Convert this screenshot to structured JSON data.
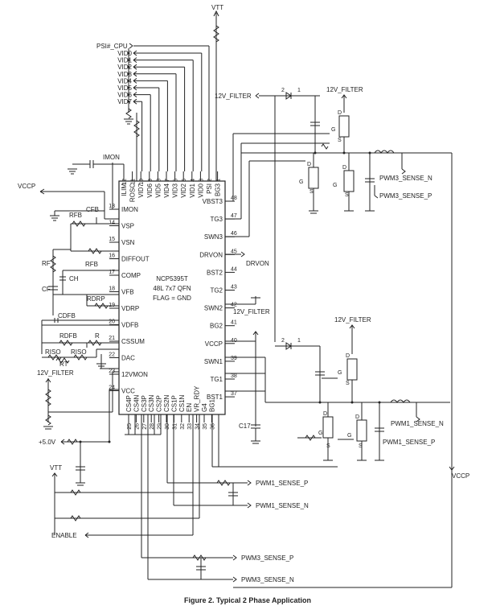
{
  "chip": {
    "name": "NCP5395T",
    "package": "48L 7x7 QFN",
    "flag": "FLAG = GND",
    "left_pins": [
      {
        "num": "13",
        "name": "IMON"
      },
      {
        "num": "14",
        "name": "VSP"
      },
      {
        "num": "15",
        "name": "VSN"
      },
      {
        "num": "16",
        "name": "DIFFOUT"
      },
      {
        "num": "17",
        "name": "COMP"
      },
      {
        "num": "18",
        "name": "VFB"
      },
      {
        "num": "19",
        "name": "VDRP"
      },
      {
        "num": "20",
        "name": "VDFB"
      },
      {
        "num": "21",
        "name": "CSSUM"
      },
      {
        "num": "22",
        "name": "DAC"
      },
      {
        "num": "23",
        "name": "12VMON"
      },
      {
        "num": "24",
        "name": "VCC"
      }
    ],
    "right_pins": [
      {
        "num": "48",
        "name": "VBST3"
      },
      {
        "num": "47",
        "name": "TG3"
      },
      {
        "num": "46",
        "name": "SWN3"
      },
      {
        "num": "45",
        "name": "DRVON"
      },
      {
        "num": "44",
        "name": "BST2"
      },
      {
        "num": "43",
        "name": "TG2"
      },
      {
        "num": "42",
        "name": "SWN2"
      },
      {
        "num": "41",
        "name": "BG2"
      },
      {
        "num": "40",
        "name": "VCCP"
      },
      {
        "num": "39",
        "name": "SWN1"
      },
      {
        "num": "38",
        "name": "TG1"
      },
      {
        "num": "37",
        "name": "BST1"
      }
    ],
    "top_pins": [
      {
        "num": "12",
        "name": "ILIM"
      },
      {
        "num": "11",
        "name": "ROSC"
      },
      {
        "num": "10",
        "name": "VID7"
      },
      {
        "num": "9",
        "name": "VID6"
      },
      {
        "num": "8",
        "name": "VID5"
      },
      {
        "num": "7",
        "name": "VID4"
      },
      {
        "num": "6",
        "name": "VID3"
      },
      {
        "num": "5",
        "name": "VID2"
      },
      {
        "num": "4",
        "name": "VID1"
      },
      {
        "num": "3",
        "name": "VID0"
      },
      {
        "num": "2",
        "name": "PSI"
      },
      {
        "num": "1",
        "name": "BG3"
      }
    ],
    "bottom_pins": [
      {
        "num": "25",
        "name": "CS4P"
      },
      {
        "num": "26",
        "name": "CS4N"
      },
      {
        "num": "27",
        "name": "CS3P"
      },
      {
        "num": "28",
        "name": "CS3N"
      },
      {
        "num": "29",
        "name": "CS2P"
      },
      {
        "num": "30",
        "name": "CS2N"
      },
      {
        "num": "31",
        "name": "CS1P"
      },
      {
        "num": "32",
        "name": "CS1N"
      },
      {
        "num": "33",
        "name": "EN"
      },
      {
        "num": "34",
        "name": "VR_RDY"
      },
      {
        "num": "35",
        "name": "G4"
      },
      {
        "num": "36",
        "name": "BG1"
      }
    ]
  },
  "nets": {
    "vtt": "VTT",
    "psi_cpu": "PSI#_CPU",
    "vids": [
      "VID0",
      "VID1",
      "VID2",
      "VID3",
      "VID4",
      "VID5",
      "VID6",
      "VID7"
    ],
    "imon": "IMON",
    "vccp_left": "VCCP",
    "filter_12v": "12V_FILTER",
    "plus5v": "+5.0V",
    "enable": "ENABLE",
    "vccp_right": "VCCP",
    "drvon": "DRVON",
    "pwm3_sense_n": "PWM3_SENSE_N",
    "pwm3_sense_p": "PWM3_SENSE_P",
    "pwm1_sense_n": "PWM1_SENSE_N",
    "pwm1_sense_p": "PWM1_SENSE_P"
  },
  "components": {
    "rfb_top": "RFB",
    "cfb": "CFB",
    "rfb": "RFB",
    "rf": "RF",
    "ch": "CH",
    "cf": "CF",
    "rdrp": "RDRP",
    "cdfb": "CDFB",
    "rdfb": "RDFB",
    "r": "R",
    "riso1": "RISO",
    "riso2": "RISO",
    "rt": "RT",
    "c17": "C17"
  },
  "mosfet_labels": {
    "g": "G",
    "d": "D",
    "s": "S"
  },
  "misc": {
    "one": "1",
    "two": "2"
  },
  "caption": "Figure 2. Typical 2 Phase Application"
}
